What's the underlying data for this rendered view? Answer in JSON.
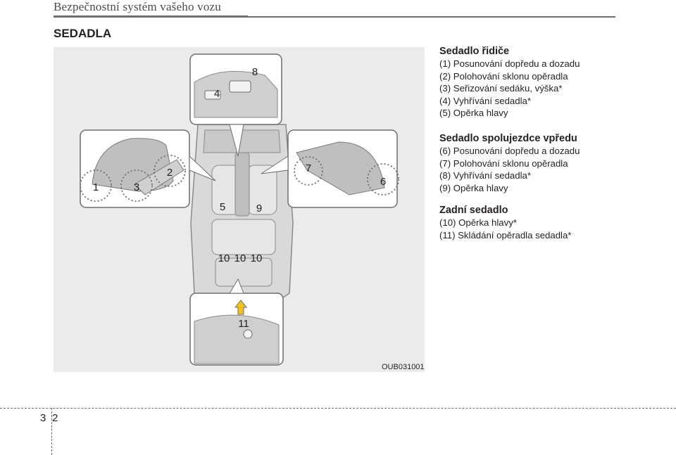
{
  "header": {
    "chapter_title": "Bezpečnostní systém vašeho vozu"
  },
  "section": {
    "title": "SEDADLA"
  },
  "figure": {
    "code": "OUB031001",
    "callouts": [
      "1",
      "2",
      "3",
      "4",
      "5",
      "6",
      "7",
      "8",
      "9",
      "10",
      "10",
      "10",
      "11"
    ]
  },
  "legend": {
    "driver": {
      "heading": "Sedadlo řidiče",
      "items": [
        "(1) Posunování dopředu a dozadu",
        "(2) Polohování sklonu opěradla",
        "(3) Seřizování sedáku, výška*",
        "(4) Vyhřívání sedadla*",
        "(5) Opěrka hlavy"
      ]
    },
    "passenger": {
      "heading": "Sedadlo spolujezdce vpředu",
      "items": [
        "(6) Posunování dopředu a dozadu",
        "(7) Polohování sklonu opěradla",
        "(8) Vyhřívání sedadla*",
        "(9) Opěrka hlavy"
      ]
    },
    "rear": {
      "heading": "Zadní sedadlo",
      "items": [
        "(10) Opěrka hlavy*",
        "(11) Skládání opěradla sedadla*"
      ]
    }
  },
  "footer": {
    "page_chapter": "3",
    "page_number": "2"
  }
}
